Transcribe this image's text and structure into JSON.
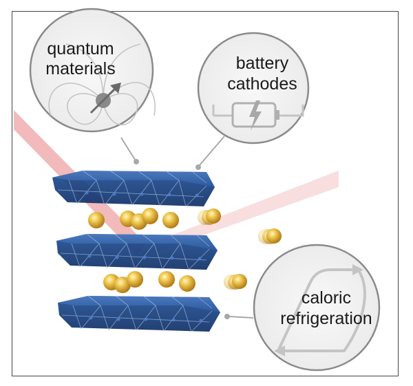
{
  "labels": {
    "quantum": [
      "quantum",
      "materials"
    ],
    "battery": [
      "battery",
      "cathodes"
    ],
    "caloric": [
      "caloric",
      "refrigeration"
    ]
  },
  "icons": {
    "quantum": "magnetic-dipole-icon",
    "battery": "charging-battery-icon",
    "caloric": "hysteresis-loop-icon"
  },
  "colors": {
    "octahedra": "#1e4a8a",
    "ions": "#e0a932",
    "beam": "#d93a3a",
    "callout_border": "#8a8a8a",
    "callout_fill": "#f3f3f3"
  }
}
